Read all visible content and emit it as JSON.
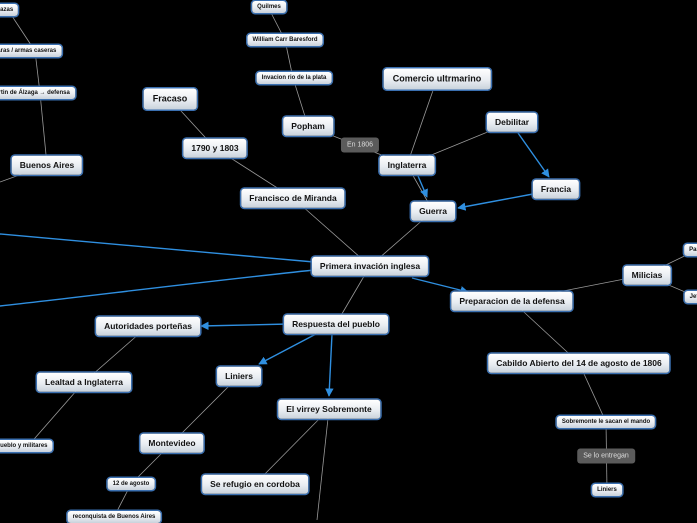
{
  "nodes": {
    "primera": "Primera invación inglesa",
    "miranda": "Francisco de Miranda",
    "fecha1790": "1790 y 1803",
    "fracaso": "Fracaso",
    "popham": "Popham",
    "invacion_plata": "Invacion rio de la plata",
    "beresford": "William Carr Baresford",
    "quilmes": "Quilmes",
    "comercio": "Comercio ultrmarino",
    "inglaterra": "Inglaterra",
    "en1806": "En 1806",
    "debilitar": "Debilitar",
    "guerra": "Guerra",
    "francia": "Francia",
    "buenos_aires": "Buenos Aires",
    "sacharas": "sacharas / armas caseras",
    "alzaga": "Martin de Álzaga → defensa",
    "plazas": "plazas",
    "preparacion": "Preparacion de la defensa",
    "milicias": "Milicias",
    "par": "Par",
    "jef": "Jef",
    "cabildo": "Cabildo Abierto del 14 de agosto de 1806",
    "sobremonte_sacan": "Sobremonte le sacan el mando",
    "se_lo_entregan": "Se lo entregan",
    "liniers_bottom": "Liniers",
    "respuesta": "Respuesta del pueblo",
    "autoridades": "Autoridades porteñas",
    "lealtad": "Lealtad a Inglaterra",
    "pueblo_militares": "pueblo y militares",
    "liniers": "Liniers",
    "virrey": "El virrey Sobremonte",
    "montevideo": "Montevideo",
    "agosto12": "12 de agosto",
    "reconquista": "reconquista de Buenos Aires",
    "refugio": "Se refugio en cordoba"
  },
  "colors": {
    "background": "#000000",
    "line": "#9a9a9a",
    "arrow": "#2f8fe0",
    "node_border": "#3a6fb0"
  }
}
